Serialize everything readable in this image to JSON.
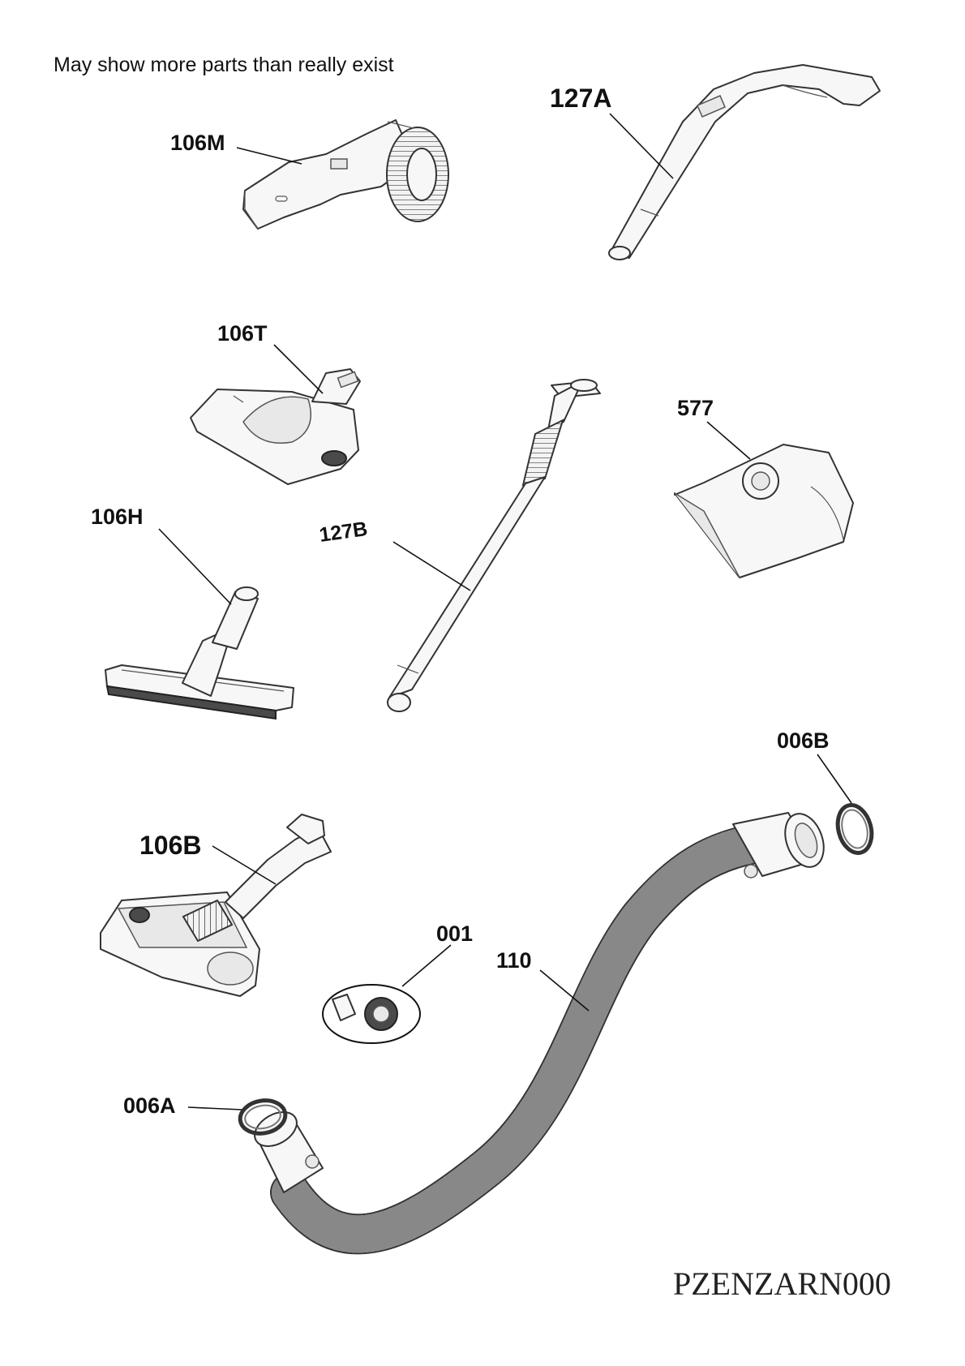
{
  "note": "May show more parts than really exist",
  "labels": {
    "l106M": "106M",
    "l127A": "127A",
    "l106T": "106T",
    "l577": "577",
    "l106H": "106H",
    "l127B": "127B",
    "l006B": "006B",
    "l106B": "106B",
    "l001": "001",
    "l110": "110",
    "l006A": "006A"
  },
  "diagram_code": "PZENZARN000"
}
